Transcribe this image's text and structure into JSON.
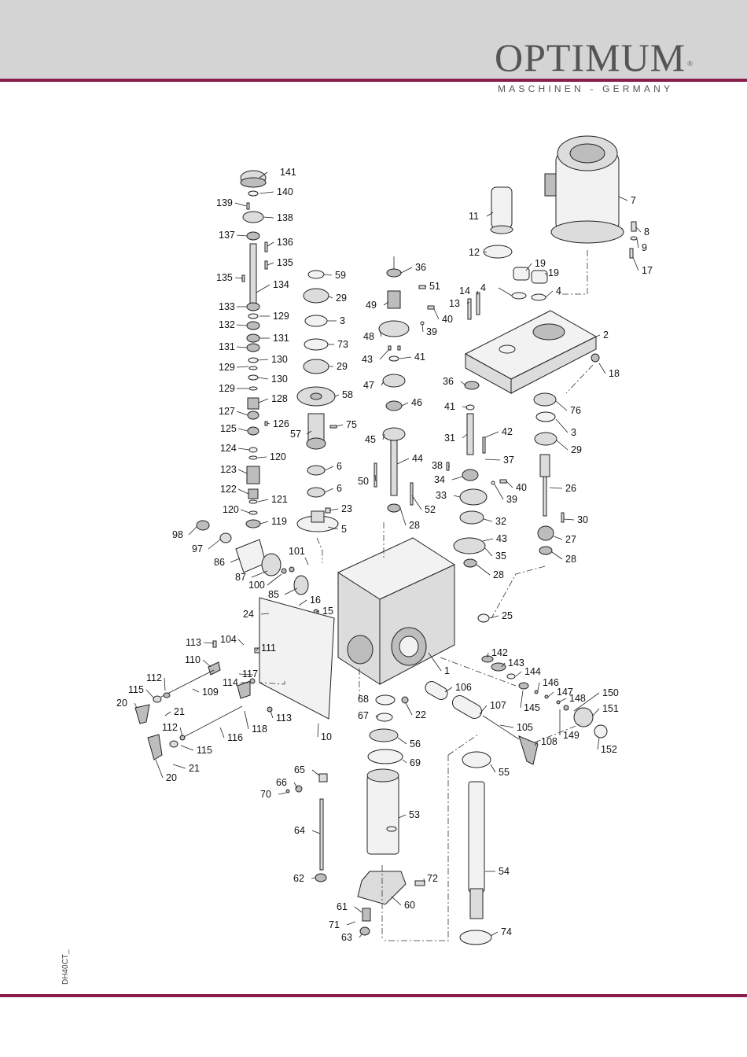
{
  "brand": {
    "name": "OPTIMUM",
    "registered": "®",
    "tagline": "MASCHINEN - GERMANY"
  },
  "doc_ref": "DH40CT_",
  "colors": {
    "header_bg": "#d4d4d4",
    "accent": "#8a1d4a",
    "brand_text": "#555558"
  },
  "callouts": [
    "141",
    "140",
    "139",
    "138",
    "137",
    "136",
    "135",
    "135",
    "134",
    "133",
    "129",
    "132",
    "131",
    "131",
    "130",
    "129",
    "130",
    "129",
    "128",
    "127",
    "126",
    "125",
    "124",
    "120",
    "123",
    "122",
    "121",
    "120",
    "119",
    "98",
    "97",
    "86",
    "87",
    "100",
    "85",
    "101",
    "59",
    "29",
    "3",
    "73",
    "29",
    "58",
    "57",
    "75",
    "6",
    "6",
    "23",
    "5",
    "36",
    "51",
    "49",
    "40",
    "39",
    "48",
    "43",
    "41",
    "47",
    "46",
    "45",
    "44",
    "50",
    "52",
    "28",
    "11",
    "12",
    "19",
    "19",
    "4",
    "4",
    "14",
    "13",
    "7",
    "8",
    "9",
    "17",
    "2",
    "18",
    "36",
    "41",
    "76",
    "3",
    "29",
    "31",
    "42",
    "37",
    "26",
    "38",
    "34",
    "40",
    "39",
    "33",
    "30",
    "32",
    "27",
    "43",
    "28",
    "35",
    "28",
    "16",
    "15",
    "24",
    "25",
    "104",
    "113",
    "111",
    "110",
    "117",
    "114",
    "109",
    "118",
    "113",
    "10",
    "112",
    "115",
    "20",
    "21",
    "116",
    "112",
    "115",
    "21",
    "20",
    "142",
    "143",
    "144",
    "146",
    "147",
    "148",
    "150",
    "145",
    "151",
    "149",
    "152",
    "1",
    "106",
    "68",
    "22",
    "107",
    "105",
    "108",
    "67",
    "56",
    "69",
    "55",
    "65",
    "66",
    "70",
    "53",
    "64",
    "62",
    "72",
    "54",
    "61",
    "60",
    "71",
    "63",
    "74"
  ]
}
